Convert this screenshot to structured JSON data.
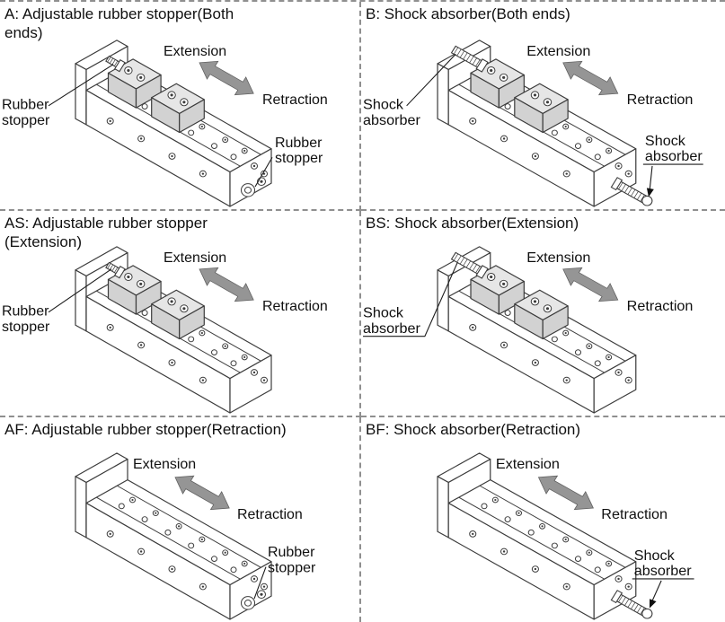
{
  "figure": {
    "type": "technical-diagram",
    "subject": "Slide table cylinder stroke-end stopper options"
  },
  "colors": {
    "line": "#3c3c3c",
    "arrow_fill": "#959595",
    "divider": "#8f8f8f",
    "background": "#ffffff",
    "text": "#101010"
  },
  "panels": [
    {
      "code": "A",
      "title_line1": "A: Adjustable rubber stopper(Both",
      "title_line2": "ends)",
      "extension": "Extension",
      "retraction": "Retraction",
      "left_callout_line1": "Rubber",
      "left_callout_line2": "stopper",
      "right_callout_line1": "Rubber",
      "right_callout_line2": "stopper"
    },
    {
      "code": "B",
      "title_line1": "B: Shock absorber(Both ends)",
      "title_line2": "",
      "extension": "Extension",
      "retraction": "Retraction",
      "left_callout_line1": "Shock",
      "left_callout_line2": "absorber",
      "right_callout_line1": "Shock",
      "right_callout_line2": "absorber"
    },
    {
      "code": "AS",
      "title_line1": "AS: Adjustable rubber stopper",
      "title_line2": "(Extension)",
      "extension": "Extension",
      "retraction": "Retraction",
      "left_callout_line1": "Rubber",
      "left_callout_line2": "stopper"
    },
    {
      "code": "BS",
      "title_line1": "BS: Shock absorber(Extension)",
      "title_line2": "",
      "extension": "Extension",
      "retraction": "Retraction",
      "left_callout_line1": "Shock",
      "left_callout_line2": "absorber"
    },
    {
      "code": "AF",
      "title_line1": "AF: Adjustable rubber stopper(Retraction)",
      "title_line2": "",
      "extension": "Extension",
      "retraction": "Retraction",
      "right_callout_line1": "Rubber",
      "right_callout_line2": "stopper"
    },
    {
      "code": "BF",
      "title_line1": "BF: Shock absorber(Retraction)",
      "title_line2": "",
      "extension": "Extension",
      "retraction": "Retraction",
      "right_callout_line1": "Shock",
      "right_callout_line2": "absorber"
    }
  ]
}
